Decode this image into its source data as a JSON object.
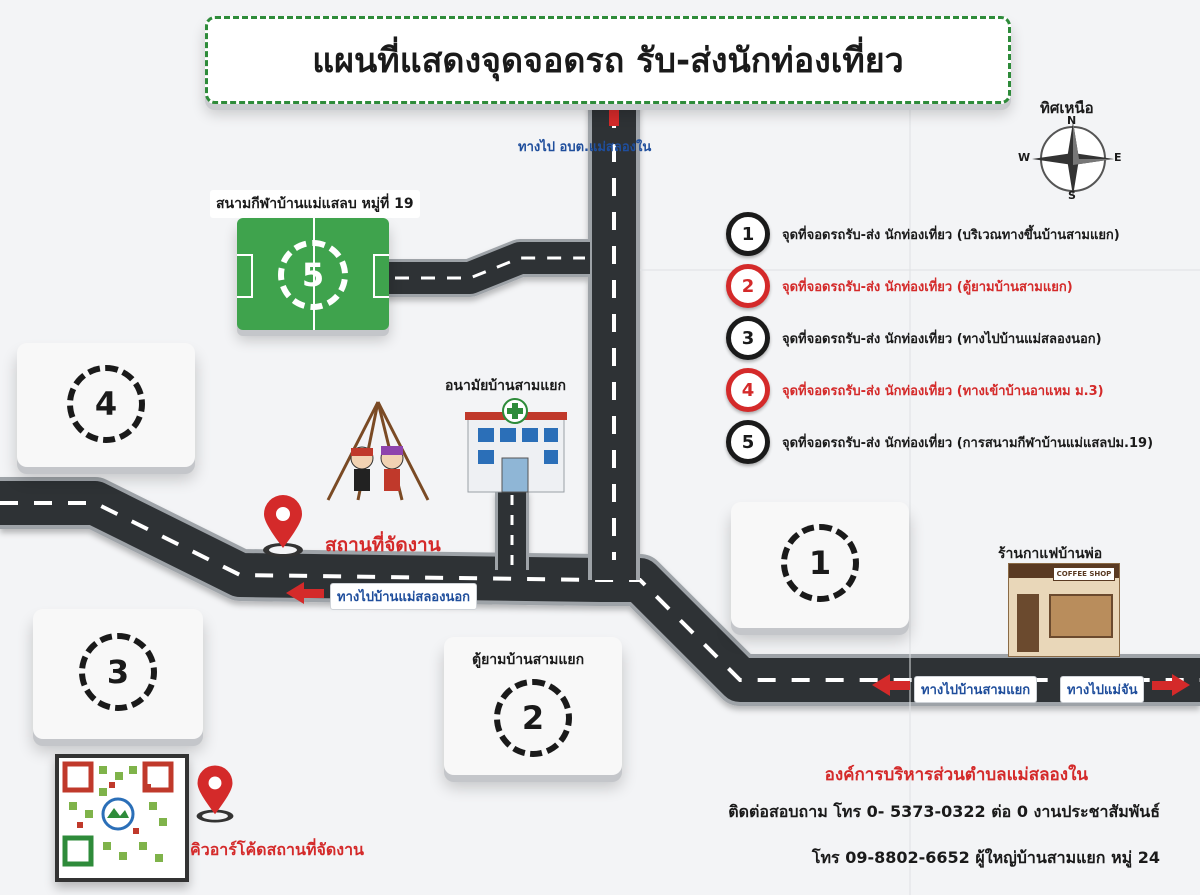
{
  "title": "แผนที่แสดงจุดจอดรถ รับ-ส่งนักท่องเที่ยว",
  "compass": {
    "label": "ทิศเหนือ",
    "n": "N",
    "s": "S",
    "e": "E",
    "w": "W"
  },
  "roads": {
    "north": "ทางไป อบต.แม่สลองใน",
    "west": "ทางไปบ้านแม่สลองนอก",
    "east_left": "ทางไปบ้านสามแยก",
    "east_right": "ทางไปแม่จัน"
  },
  "places": {
    "stadium": "สนามกีฬาบ้านแม่แสลบ หมู่ที่ 19",
    "clinic": "อนามัยบ้านสามแยก",
    "venue": "สถานที่จัดงาน",
    "cafe": "ร้านกาแฟบ้านพ่อ",
    "cafe_sign": "COFFEE SHOP",
    "guard_post": "ตู้ยามบ้านสามแยก",
    "qr": "คิวอาร์โค้ดสถานที่จัดงาน"
  },
  "spots": [
    {
      "num": "1"
    },
    {
      "num": "2"
    },
    {
      "num": "3"
    },
    {
      "num": "4"
    },
    {
      "num": "5"
    }
  ],
  "legend": [
    {
      "num": "1",
      "text": "จุดที่จอดรถรับ-ส่ง นักท่องเที่ยว (บริเวณทางขึ้นบ้านสามแยก)",
      "color": "#1a1a1a"
    },
    {
      "num": "2",
      "text": "จุดที่จอดรถรับ-ส่ง นักท่องเที่ยว (ตู้ยามบ้านสามแยก)",
      "color": "#d42a2a"
    },
    {
      "num": "3",
      "text": "จุดที่จอดรถรับ-ส่ง นักท่องเที่ยว (ทางไปบ้านแม่สลองนอก)",
      "color": "#1a1a1a"
    },
    {
      "num": "4",
      "text": "จุดที่จอดรถรับ-ส่ง นักท่องเที่ยว (ทางเข้าบ้านอาแหม ม.3)",
      "color": "#d42a2a"
    },
    {
      "num": "5",
      "text": "จุดที่จอดรถรับ-ส่ง นักท่องเที่ยว (การสนามกีฬาบ้านแม่แสลปม.19)",
      "color": "#1a1a1a"
    }
  ],
  "footer": {
    "org": "องค์การบริหารส่วนตำบลแม่สลองใน",
    "contact1": "ติดต่อสอบถาม โทร 0- 5373-0322 ต่อ 0 งานประชาสัมพันธ์",
    "contact2": "โทร 09-8802-6652 ผู้ใหญ่บ้านสามแยก หมู่ 24"
  },
  "colors": {
    "accent_red": "#d42a2a",
    "road": "#2f3236",
    "grass": "#3fa34d",
    "title_border": "#2e8b3a"
  }
}
